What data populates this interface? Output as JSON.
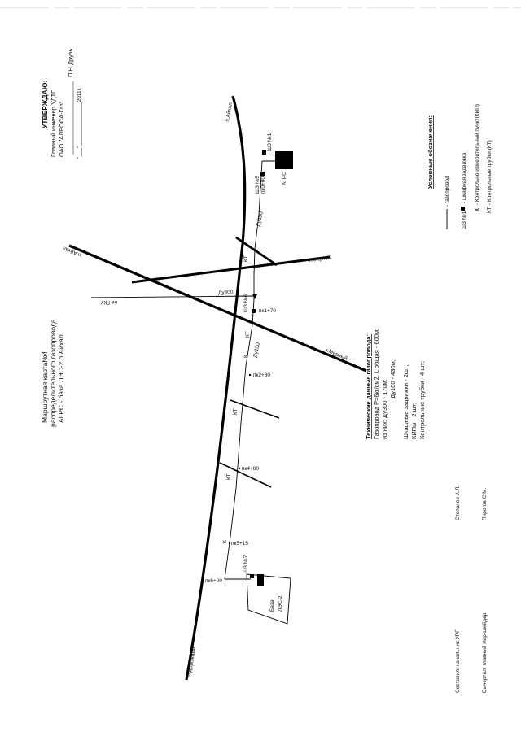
{
  "approval": {
    "title": "УТВЕРЖДАЮ:",
    "line1": "Главный инженер УДТГ",
    "line2": "ОАО \"АЛРОСА-Газ\"",
    "signer": "П.Н.Друзь",
    "date": "\"___\"_______________2011г."
  },
  "map_title": {
    "line1": "Маршрутная карта№4",
    "line2": "распределительного газопровода",
    "line3": "АГРС - база ЛЭС-2 п.Айхал."
  },
  "tech": {
    "heading": "Технические данные газопровода:",
    "line1": "Газопровод Р=6кг/см2, L общая - 600м:",
    "line2": "из них:    Ду300 - 170м;",
    "line3": "Ду100 - 430м;",
    "line4": "Шкафные задвижки - 2шт;",
    "line5": "КИПы - 2 шт;",
    "line6": "Контрольные трубки - 4 шт;"
  },
  "legend": {
    "title": "Условные обозначения:",
    "gas": "- газопровод",
    "valve_code": "ШЗ №1",
    "valve": "- шкафная задвижка",
    "kip_sym": "К",
    "kip": "- Контрольно измерительный пункт(КИП)",
    "kt_sym": "КТ",
    "kt": "- Контрольные трубки (КТ)"
  },
  "signatures": {
    "role1": "Составил: начальник УРГ",
    "name1": "Степанов А.Л.",
    "role2": "Вычертил: главный маркшейдер",
    "name2": "Пирогов С.М."
  },
  "roads": {
    "aykhal_north": "п.Айхал",
    "aykhal_west": "п.Айхал",
    "mirny_1": "г.Мирный",
    "mirny_2": "г.Мирный",
    "dorozhny": "п.Дорожный",
    "gku": "на ГКУ"
  },
  "nodes": {
    "agrs": "АГРС",
    "valve1": "ШЗ №1",
    "valve5": "ШЗ №5",
    "pk0": "пк0+00",
    "valve6": "ШЗ №6",
    "pk170": "пк1+70",
    "pk280": "пк2+80",
    "pk480": "пк4+80",
    "pk515": "пк5+15",
    "valve7": "ШЗ №7",
    "pk600": "пк6+00",
    "base1": "База",
    "base2": "ЛЭС-2",
    "kt": "КТ",
    "kip": "К"
  },
  "pipe": {
    "d300": "Ду300",
    "d300b": "Ду300",
    "d100": "Ду100"
  }
}
